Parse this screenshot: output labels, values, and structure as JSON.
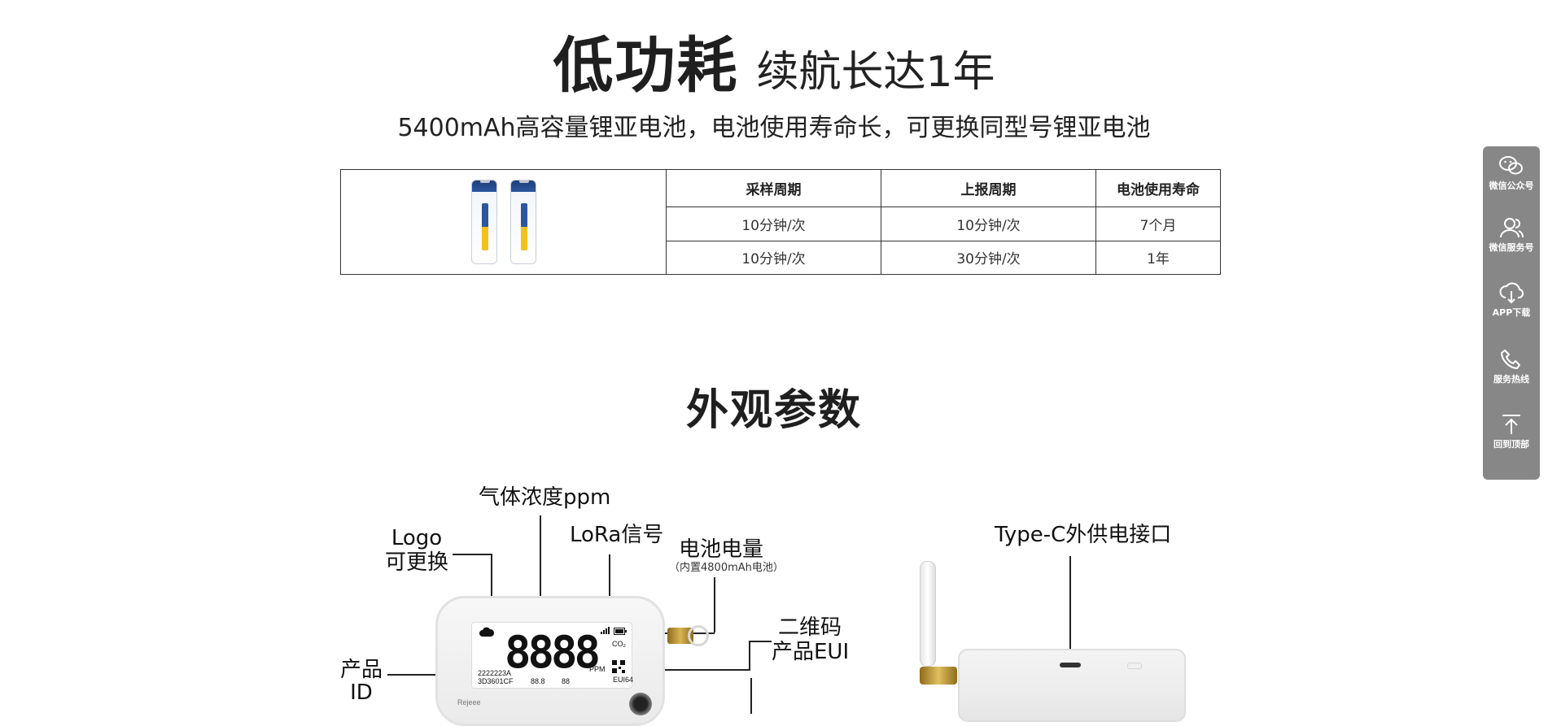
{
  "hero": {
    "title_strong": "低功耗",
    "title_light": "续航长达1年",
    "subtitle": "5400mAh高容量锂亚电池，电池使用寿命长，可更换同型号锂亚电池"
  },
  "spec_table": {
    "headers": [
      "采样周期",
      "上报周期",
      "电池使用寿命"
    ],
    "rows": [
      [
        "10分钟/次",
        "10分钟/次",
        "7个月"
      ],
      [
        "10分钟/次",
        "30分钟/次",
        "1年"
      ]
    ]
  },
  "section": {
    "title": "外观参数"
  },
  "diagram": {
    "labels": {
      "gas_ppm": "气体浓度ppm",
      "logo": "Logo",
      "logo_replace": "可更换",
      "lora_signal": "LoRa信号",
      "battery_level": "电池电量",
      "battery_note": "（内置4800mAh电池）",
      "qr_code": "二维码",
      "product_eui": "产品EUI",
      "product": "产品",
      "id": "ID",
      "typec_port": "Type-C外供电接口"
    },
    "screen": {
      "digits": "8888",
      "co2": "CO₂",
      "ppm": "PPM",
      "id_line1": "2222223A",
      "id_line2": "3D3601CF",
      "temp": "88.8",
      "hum": "88",
      "brand": "Rejeee",
      "eui_tag": "EUI64"
    }
  },
  "sidebar": {
    "items": [
      {
        "label": "微信公众号",
        "icon": "wechat-icon"
      },
      {
        "label": "微信服务号",
        "icon": "users-icon"
      },
      {
        "label": "APP下载",
        "icon": "cloud-download-icon"
      },
      {
        "label": "服务热线",
        "icon": "phone-icon"
      },
      {
        "label": "回到顶部",
        "icon": "back-to-top-icon"
      }
    ]
  }
}
